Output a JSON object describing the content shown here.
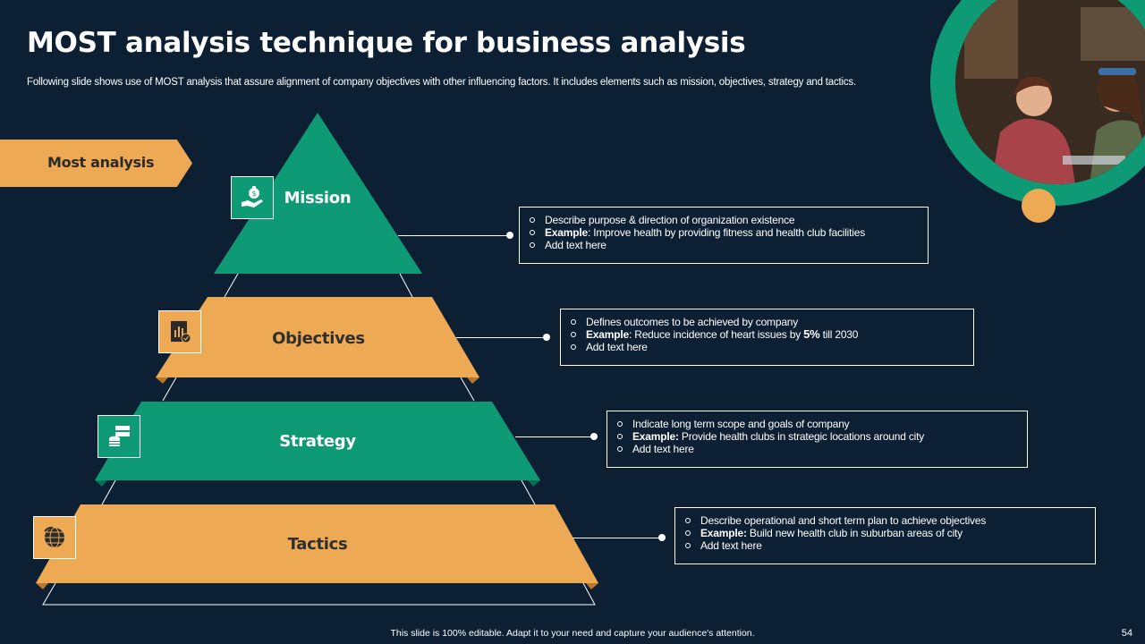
{
  "title": "MOST analysis technique for business analysis",
  "subtitle": "Following slide shows use of MOST analysis that assure alignment of company objectives with other influencing factors. It includes elements such as mission, objectives, strategy and tactics.",
  "tag_label": "Most analysis",
  "colors": {
    "background": "#0d1f33",
    "green": "#0f9a76",
    "orange": "#eda954"
  },
  "levels": [
    {
      "name": "Mission",
      "icon": "money-bag-hand-icon",
      "bullets": [
        {
          "prefix": "",
          "text": "Describe purpose & direction of organization existence"
        },
        {
          "prefix": "Example",
          "text": ":  Improve health by providing fitness and health club facilities"
        },
        {
          "prefix": "",
          "text": "Add text here"
        }
      ]
    },
    {
      "name": "Objectives",
      "icon": "report-chart-icon",
      "bullets": [
        {
          "prefix": "",
          "text": "Defines outcomes to be achieved by company"
        },
        {
          "prefix": "Example",
          "text": ": Reduce incidence of heart issues by ",
          "highlight": "5%",
          "suffix": "  till 2030"
        },
        {
          "prefix": "",
          "text": "Add text here"
        }
      ]
    },
    {
      "name": "Strategy",
      "icon": "database-stack-icon",
      "bullets": [
        {
          "prefix": "",
          "text": "Indicate long term scope and goals of company"
        },
        {
          "prefix": "Example:",
          "text": " Provide health clubs in strategic locations around city"
        },
        {
          "prefix": "",
          "text": "Add text here"
        }
      ]
    },
    {
      "name": "Tactics",
      "icon": "globe-icon",
      "bullets": [
        {
          "prefix": "",
          "text": "Describe operational and short term plan to achieve objectives"
        },
        {
          "prefix": "Example:",
          "text": "  Build new health club in suburban areas of city"
        },
        {
          "prefix": "",
          "text": "Add text here"
        }
      ]
    }
  ],
  "footer": "This slide is 100% editable.  Adapt it to your need and capture your audience's attention.",
  "page_number": "54"
}
